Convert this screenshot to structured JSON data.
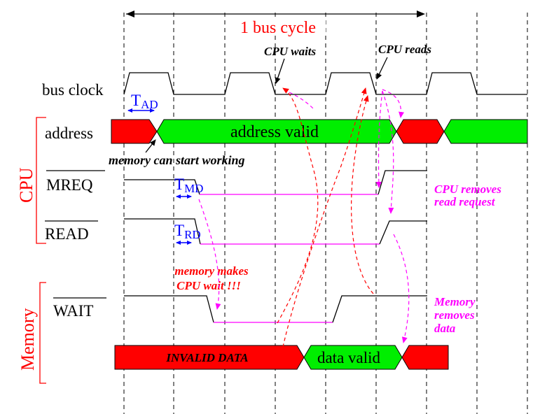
{
  "title": "1 bus cycle",
  "signals": {
    "bus_clock": "bus clock",
    "address": "address",
    "mreq": "MREQ",
    "read": "READ",
    "wait": "WAIT"
  },
  "groups": {
    "cpu": "CPU",
    "memory": "Memory"
  },
  "timings": {
    "tad_main": "T",
    "tad_sub": "AD",
    "tmd_main": "T",
    "tmd_sub": "MD",
    "trd_main": "T",
    "trd_sub": "RD"
  },
  "bus_labels": {
    "address_valid": "address valid",
    "invalid_data": "INVALID DATA",
    "data_valid": "data valid"
  },
  "annotations": {
    "cpu_waits": "CPU waits",
    "cpu_reads": "CPU reads",
    "memory_can_start": "memory can start working",
    "memory_makes_1": "memory makes",
    "memory_makes_2": "CPU wait !!!",
    "cpu_removes_1": "CPU removes",
    "cpu_removes_2": "read request",
    "memory_removes_1": "Memory",
    "memory_removes_2": "removes",
    "memory_removes_3": "data"
  },
  "colors": {
    "invalid": "#ff0000",
    "valid": "#00ee00",
    "annotation_red": "#ff0000",
    "annotation_magenta": "#ff00ff",
    "timing_blue": "#0000ff"
  }
}
